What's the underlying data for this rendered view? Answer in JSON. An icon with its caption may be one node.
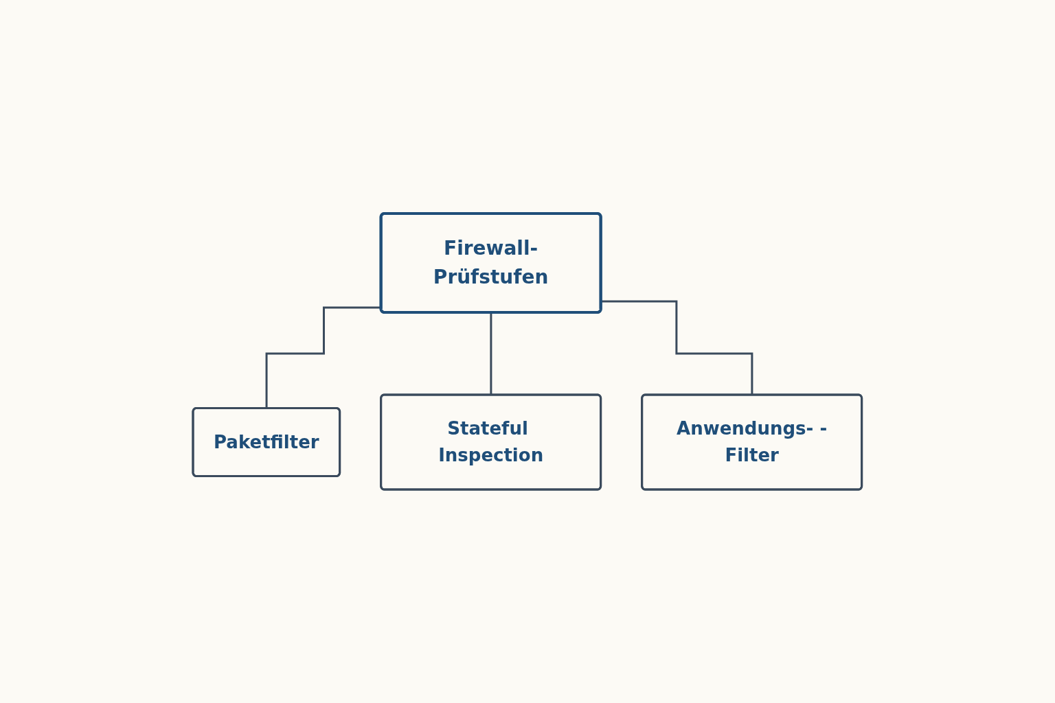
{
  "diagram": {
    "nodes": [
      {
        "text": [
          "Firewall-Prüfstufen"
        ]
      },
      {
        "text": [
          "Paketfilter"
        ]
      },
      {
        "text": [
          "Stateful Inspection"
        ]
      },
      {
        "text": [
          "Anwendungs- -Filter"
        ]
      }
    ],
    "edges": [
      {
        "from": 0,
        "to": 1,
        "arrow": "none"
      },
      {
        "from": 0,
        "to": 2,
        "arrow": "none"
      },
      {
        "from": 0,
        "to": 3,
        "arrow": "none"
      }
    ]
  }
}
